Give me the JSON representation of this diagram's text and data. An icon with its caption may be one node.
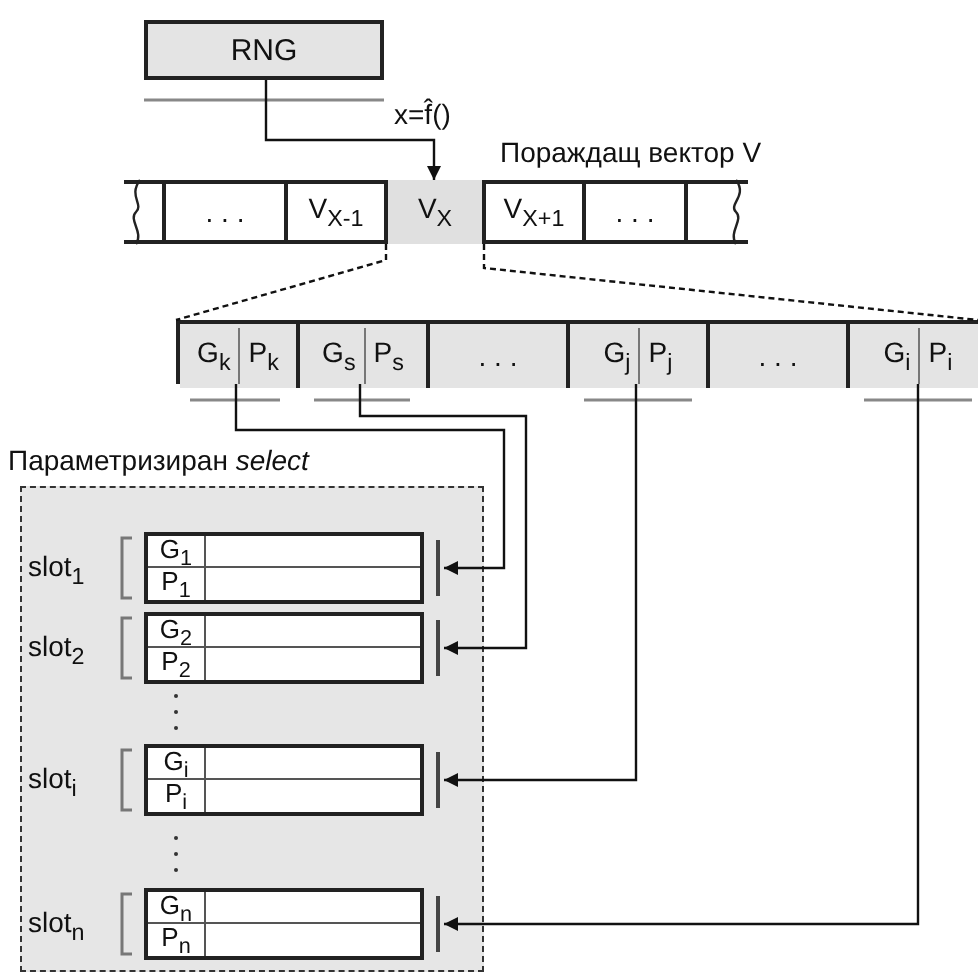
{
  "diagram": {
    "nodes": [
      {
        "text": [
          "RNG"
        ]
      },
      {
        "text": [
          "Пораждащ вектор V"
        ]
      },
      {
        "text": [],
        "shape": "box",
        "in": 1
      },
      {
        "text": [
          ". . ."
        ],
        "in": 1
      },
      {
        "text": [
          "V$_{X-1}$"
        ],
        "in": 1
      },
      {
        "text": [
          "V$_{X}$"
        ],
        "in": 1
      },
      {
        "text": [
          "V$_{X+1}$"
        ],
        "in": 1
      },
      {
        "text": [
          ". . ."
        ],
        "in": 1
      },
      {
        "text": [],
        "shape": "box",
        "in": 1
      },
      {
        "text": [],
        "shape": "box"
      },
      {
        "text": [
          "G$_{k}$",
          "P$_{k}$"
        ],
        "in": 9
      },
      {
        "text": [
          "G$_{s}$",
          "P$_{s}$"
        ],
        "in": 9
      },
      {
        "text": [
          ". . ."
        ],
        "in": 9
      },
      {
        "text": [
          "G$_{j}$",
          "P$_{j}$"
        ],
        "in": 9
      },
      {
        "text": [
          ". . ."
        ],
        "in": 9
      },
      {
        "text": [
          "G$_{i}$",
          "P$_{i}$"
        ],
        "in": 9
      },
      {
        "text": [
          "Параметризиран *select*"
        ]
      },
      {
        "text": [
          "G$_{1}$",
          "P$_{1}$"
        ],
        "beside": [
          "slot$_{1}$"
        ],
        "in": 16
      },
      {
        "text": [
          "G$_{2}$",
          "P$_{2}$"
        ],
        "beside": [
          "slot$_{2}$"
        ],
        "in": 16
      },
      {
        "text": [
          "G$_{i}$",
          "P$_{i}$"
        ],
        "beside": [
          "slot$_{i}$"
        ],
        "in": 16
      },
      {
        "text": [
          "G$_{n}$",
          "P$_{n}$"
        ],
        "beside": [
          "slot$_{n}$"
        ],
        "in": 16
      }
    ],
    "edges": [
      {
        "from": 0,
        "to": 5,
        "arrow": "to",
        "label": "x=f̂()"
      },
      {
        "from": 5,
        "to": 9,
        "arrow": "none",
        "style": "dashed"
      },
      {
        "from": 5,
        "to": 9,
        "arrow": "none",
        "style": "dashed"
      },
      {
        "from": 10,
        "to": 17,
        "arrow": "to"
      },
      {
        "from": 11,
        "to": 18,
        "arrow": "to"
      },
      {
        "from": 13,
        "to": 19,
        "arrow": "to"
      },
      {
        "from": 15,
        "to": 20,
        "arrow": "to"
      }
    ]
  }
}
